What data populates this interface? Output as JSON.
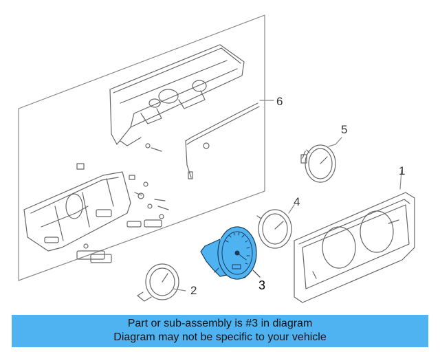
{
  "diagram": {
    "callouts": [
      "1",
      "2",
      "3",
      "4",
      "5",
      "6"
    ],
    "highlight_color": "#4fb3f2",
    "line_color": "#666666"
  },
  "banner": {
    "line1": "Part or sub-assembly is #3 in diagram",
    "line2": "Diagram may not be specific to your vehicle",
    "background": "#4fb3f2"
  }
}
